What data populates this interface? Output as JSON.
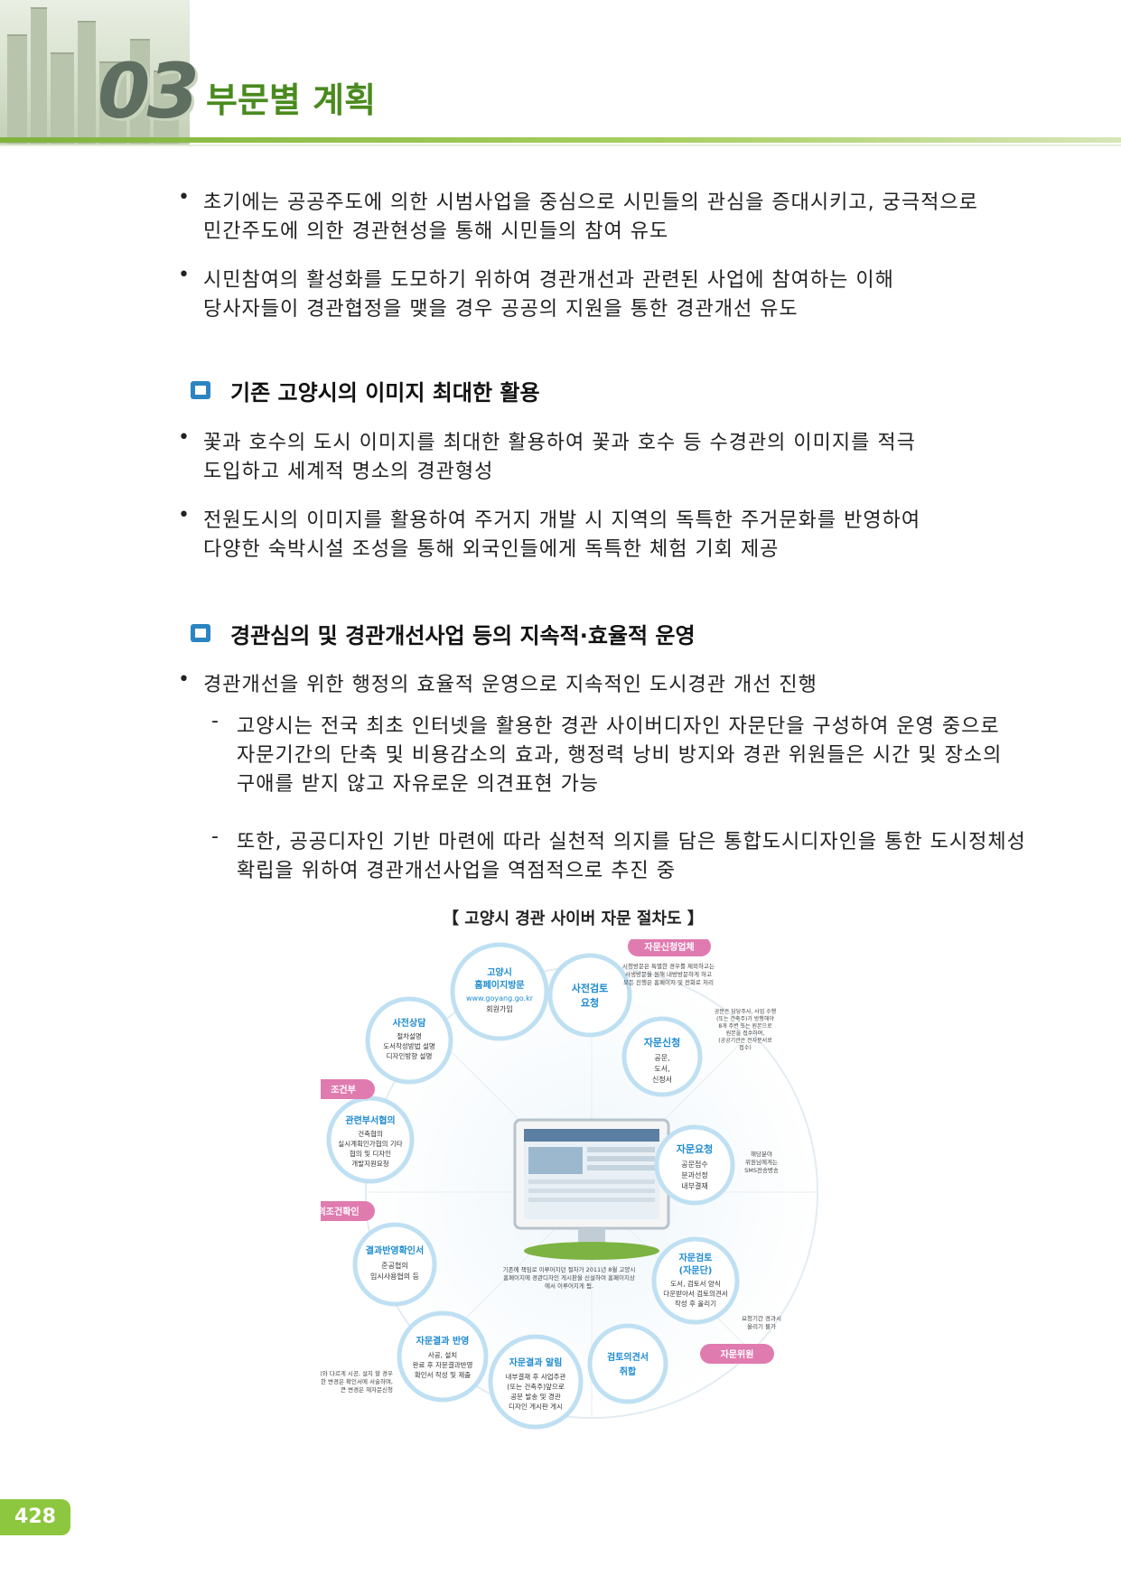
{
  "header": {
    "section_number": "03",
    "section_title": "부문별 계획"
  },
  "bullets_top": [
    {
      "lines": [
        "초기에는 공공주도에 의한 시범사업을 중심으로 시민들의 관심을 증대시키고, 궁극적으로",
        "민간주도에 의한 경관현성을 통해 시민들의 참여 유도"
      ]
    },
    {
      "lines": [
        "시민참여의 활성화를 도모하기 위하여 경관개선과 관련된 사업에 참여하는 이해",
        "당사자들이 경관협정을 맺을 경우 공공의 지원을 통한 경관개선 유도"
      ]
    }
  ],
  "section1": {
    "heading": "기존 고양시의 이미지 최대한 활용",
    "bullets": [
      {
        "lines": [
          "꽃과 호수의 도시 이미지를 최대한 활용하여 꽃과 호수 등 수경관의 이미지를 적극",
          "도입하고 세계적 명소의 경관형성"
        ]
      },
      {
        "lines": [
          "전원도시의 이미지를 활용하여 주거지 개발 시 지역의 독특한 주거문화를 반영하여",
          "다양한 숙박시설 조성을 통해 외국인들에게 독특한 체험 기회 제공"
        ]
      }
    ]
  },
  "section2": {
    "heading": "경관심의 및 경관개선사업 등의 지속적·효율적 운영",
    "bullet": "경관개선을 위한 행정의 효율적 운영으로 지속적인 도시경관 개선 진행",
    "dashes": [
      {
        "lines": [
          "고양시는 전국 최초 인터넷을 활용한 경관 사이버디자인 자문단을 구성하여 운영 중으로",
          "자문기간의 단축 및 비용감소의 효과, 행정력 낭비 방지와 경관 위원들은 시간 및 장소의",
          "구애를 받지 않고 자유로운 의견표현 가능"
        ]
      },
      {
        "lines": [
          "또한, 공공디자인 기반 마련에 따라 실천적 의지를 담은 통합도시디자인을 통한 도시정체성",
          "확립을 위하여 경관개선사업을 역점적으로 추진 중"
        ]
      }
    ]
  },
  "diagram": {
    "title": "【 고양시 경관 사이버 자문 절차도 】",
    "badges": {
      "applicant": "자문신청업체",
      "precondition": "조건부",
      "consult_check": "협의조건확인",
      "committee": "자문위원"
    },
    "nodes": [
      {
        "title": "고양시",
        "title2": "홈페이지방문",
        "lines": [
          "www.goyang.go.kr",
          "회원가입"
        ]
      },
      {
        "title": "사전검토",
        "title2": "요청",
        "lines": []
      },
      {
        "title": "자문신청",
        "title2": "",
        "lines": [
          "공문,",
          "도서,",
          "신청서"
        ]
      },
      {
        "title": "자문요청",
        "title2": "",
        "lines": [
          "공문접수",
          "분과선정",
          "내부결재"
        ]
      },
      {
        "title": "자문검토",
        "title2": "(자문단)",
        "lines": [
          "도서, 검토서 양식",
          "다운받아서 검토의견서",
          "작성 후 올리기"
        ]
      },
      {
        "title": "검토의견서",
        "title2": "취합",
        "lines": []
      },
      {
        "title": "자문결과 알림",
        "title2": "",
        "lines": [
          "내부결재 후 사업주관",
          "(또는 건축주)앞으로",
          "공문 발송 및 경관",
          "디자인 게시판 게시"
        ]
      },
      {
        "title": "자문결과 반영",
        "title2": "",
        "lines": [
          "사공, 설치",
          "완료 후 자문결과반영",
          "확인서 작성 및 제출"
        ]
      },
      {
        "title": "결과반영확인서",
        "title2": "",
        "lines": [
          "준공협의",
          "임시사용협의 등"
        ]
      },
      {
        "title": "관련부서협의",
        "title2": "",
        "lines": [
          "건축협의",
          "실시계획인가협의 기타",
          "협의 및 디자인",
          "개발지원요청"
        ]
      },
      {
        "title": "사전상담",
        "title2": "",
        "lines": [
          "절차설명",
          "도서작성방법 설명",
          "디자인방향 설명"
        ]
      }
    ],
    "notes": {
      "top_right": [
        "시청방문은 특별한 경우를 제외하고는",
        "사생방문을 원해 내방방문하게 하고",
        "모든 진행은 홈페이지 및 전화로 처리"
      ],
      "right_mid": [
        "공문은 담당주사, 사업 수행",
        "(또는 건축주)가 방행해야",
        "8개 주변 또는 원본으로",
        "원본을 접수하며,",
        "(공공기관은 전자문서로",
        "접수)"
      ],
      "right_sms": [
        "해당분야",
        "위원님에게는",
        "SMS전송병송"
      ],
      "right_low": [
        "요청기간 경과시",
        "올리기 불가"
      ],
      "center": [
        "기존에 책임로 이루어지던 절차가 2011년 8월 고양시",
        "홈페이지에 경관디자인 게시판을 신설하여 홈페이지상",
        "에서 이루어지게 됨."
      ],
      "left_low": [
        "자문결과 시와 다르게 시공, 설치 할 경우",
        "이러한 변경은 확인서에 서술하며,",
        "큰 변경은 재자문신청"
      ]
    }
  },
  "footer": {
    "page_number": "428"
  }
}
